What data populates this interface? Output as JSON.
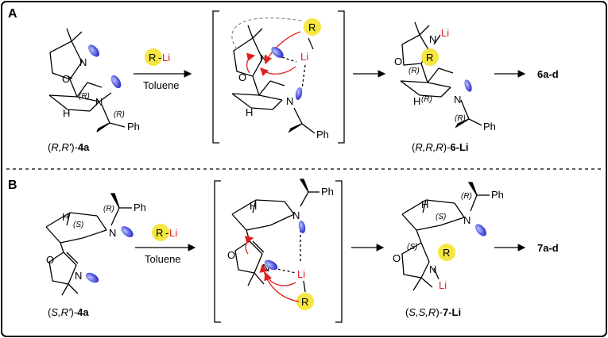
{
  "panel_a": {
    "letter": "A",
    "reagent": "R-Li",
    "reagent_r": "R",
    "reagent_li": "Li",
    "solvent": "Toluene",
    "start_label_prefix": "(",
    "start_label_config": "R,R'",
    "start_label_suffix": ")-",
    "start_label_compound": "4a",
    "intermediate_label_prefix": "(",
    "intermediate_label_config": "R,R,R",
    "intermediate_label_suffix": ")-",
    "intermediate_label_compound": "6-Li",
    "product": "6a-d",
    "stereo_R": "(R)"
  },
  "panel_b": {
    "letter": "B",
    "reagent": "R-Li",
    "reagent_r": "R",
    "reagent_li": "Li",
    "solvent": "Toluene",
    "start_label_prefix": "(",
    "start_label_config": "S,R'",
    "start_label_suffix": ")-",
    "start_label_compound": "4a",
    "intermediate_label_prefix": "(",
    "intermediate_label_config": "S,S,R",
    "intermediate_label_suffix": ")-",
    "intermediate_label_compound": "7-Li",
    "product": "7a-d",
    "stereo_R": "(R)",
    "stereo_S": "(S)"
  },
  "atoms": {
    "N": "N",
    "O": "O",
    "H": "H",
    "Li": "Li",
    "R": "R",
    "Ph": "Ph"
  },
  "colors": {
    "lithium": "#e02020",
    "highlight": "#f5e642",
    "lone_pair": "#3030d0",
    "arrow": "#e02020",
    "frame": "#000000"
  }
}
